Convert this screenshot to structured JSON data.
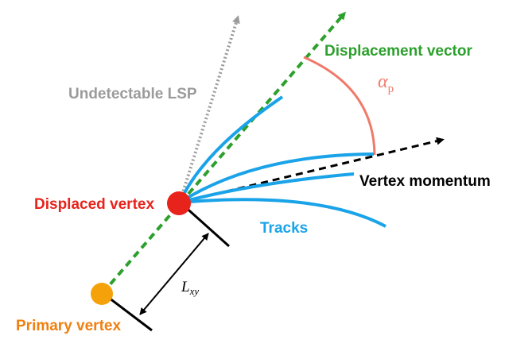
{
  "labels": {
    "displacement_vector": "Displacement vector",
    "undetectable_lsp": "Undetectable LSP",
    "vertex_momentum": "Vertex momentum",
    "displaced_vertex": "Displaced vertex",
    "tracks": "Tracks",
    "primary_vertex": "Primary vertex",
    "alpha_symbol": "α",
    "alpha_subscript": "p",
    "lxy_symbol": "L",
    "lxy_subscript": "xy"
  },
  "colors": {
    "displacement_vector": "#2ca02c",
    "undetectable_lsp": "#9b9b9b",
    "vertex_momentum": "#000000",
    "displaced_vertex": "#e8231b",
    "tracks": "#1aa3e8",
    "primary_vertex": "#f5a20a",
    "primary_vertex_label": "#f07f0f",
    "angle_arc": "#f07a6a"
  }
}
